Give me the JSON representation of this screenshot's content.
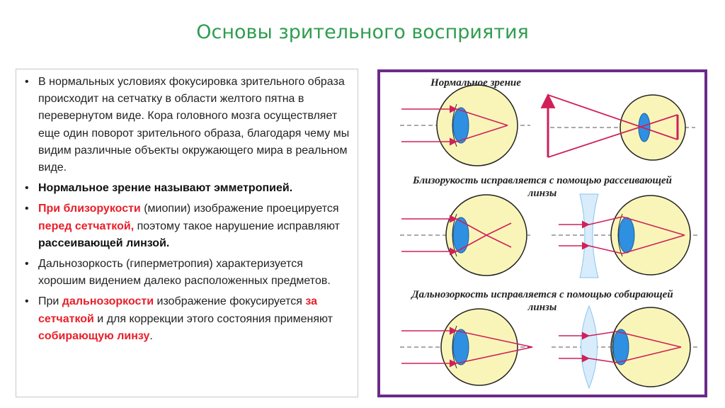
{
  "title": "Основы зрительного восприятия",
  "colors": {
    "title": "#2e9d4e",
    "highlight": "#e8202a",
    "frame": "#6c2a8a",
    "ray": "#d0205a",
    "lens": "#2f8fe0",
    "eyeball": "#f9f5b9"
  },
  "bullets": {
    "b1": "В нормальных условиях фокусировка зрительного образа происходит на сетчатку в области желтого пятна в перевернутом виде. Кора головного мозга осуществляет еще один поворот зрительного образа, благодаря чему мы видим различные объекты окружающего мира в реальном виде.",
    "b2": "Нормальное зрение называют эмметропией.",
    "b3_red1": "При близорукости",
    "b3_t1": " (миопии) изображение проецируется ",
    "b3_red2": "перед сетчаткой,",
    "b3_t2": " поэтому такое нарушение исправляют ",
    "b3_bold": "рассеивающей линзой.",
    "b4": "Дальнозоркость (гиперметропия) характеризуется хорошим видением далеко расположенных предметов.",
    "b5_t1": "При ",
    "b5_red1": "дальнозоркости",
    "b5_t2": "  изображение фокусируется ",
    "b5_red2": "за сетчаткой",
    "b5_t3": " и для коррекции этого состояния применяют ",
    "b5_red3": "собирающую линзу",
    "b5_t4": "."
  },
  "figure": {
    "caption_normal": "Нормальное зрение",
    "caption_myopia_1": "Близорукость исправляется с помощью рассеивающей",
    "caption_myopia_2": "линзы",
    "caption_hyper_1": "Дальнозоркость исправляется с помощью собирающей",
    "caption_hyper_2": "линзы"
  }
}
